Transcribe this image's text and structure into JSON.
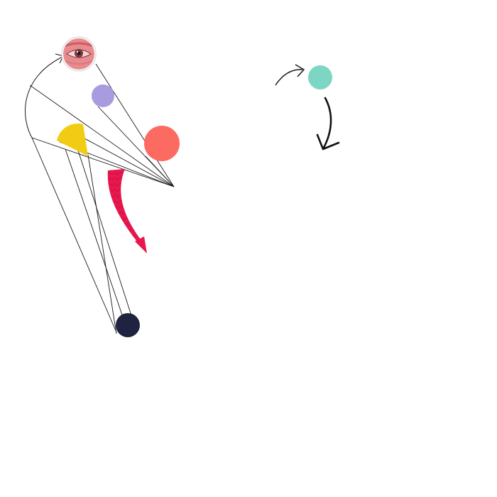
{
  "diagram": {
    "background": "#ffffff",
    "line_color": "#1a1a1a",
    "shapes": [
      {
        "name": "eye-circle",
        "kind": "photo-eye",
        "color": "#e88a8e"
      },
      {
        "name": "lavender-circle",
        "kind": "circle",
        "color": "#a99be0"
      },
      {
        "name": "coral-circle",
        "kind": "circle",
        "color": "#fc6b62"
      },
      {
        "name": "yellow-half-circle",
        "kind": "half-circle",
        "color": "#f2cc14"
      },
      {
        "name": "navy-circle",
        "kind": "circle",
        "color": "#1f2240"
      },
      {
        "name": "teal-circle",
        "kind": "circle",
        "color": "#7dd6c4"
      }
    ],
    "arrows": [
      {
        "name": "curved-arrow-to-eye",
        "color": "#1a1a1a"
      },
      {
        "name": "red-textured-arrow",
        "color": "#e8174d"
      },
      {
        "name": "small-curved-arrow-to-teal",
        "color": "#1a1a1a"
      },
      {
        "name": "down-curved-arrow",
        "color": "#111111"
      }
    ]
  }
}
